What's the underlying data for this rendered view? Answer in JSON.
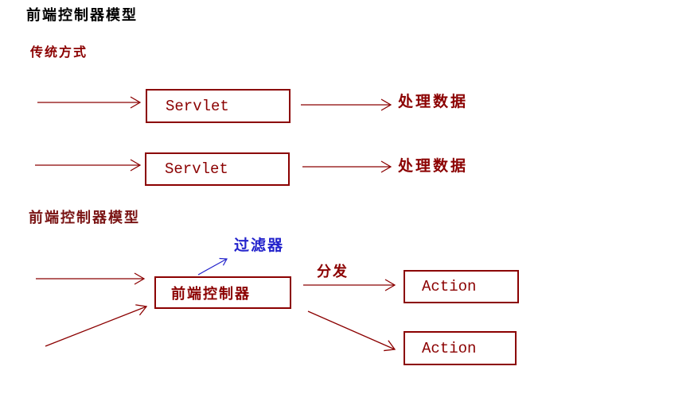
{
  "title": "前端控制器模型",
  "colors": {
    "title_black": "#000000",
    "diagram_maroon": "#8B0000",
    "filter_blue": "#2323CC",
    "background": "#ffffff"
  },
  "sections": {
    "traditional": {
      "heading": "传统方式",
      "rows": [
        {
          "box": "Servlet",
          "result": "处理数据"
        },
        {
          "box": "Servlet",
          "result": "处理数据"
        }
      ]
    },
    "front_controller": {
      "heading": "前端控制器模型",
      "filter_label": "过滤器",
      "controller_box": "前端控制器",
      "dispatch_label": "分发",
      "action_boxes": [
        "Action",
        "Action"
      ]
    }
  }
}
